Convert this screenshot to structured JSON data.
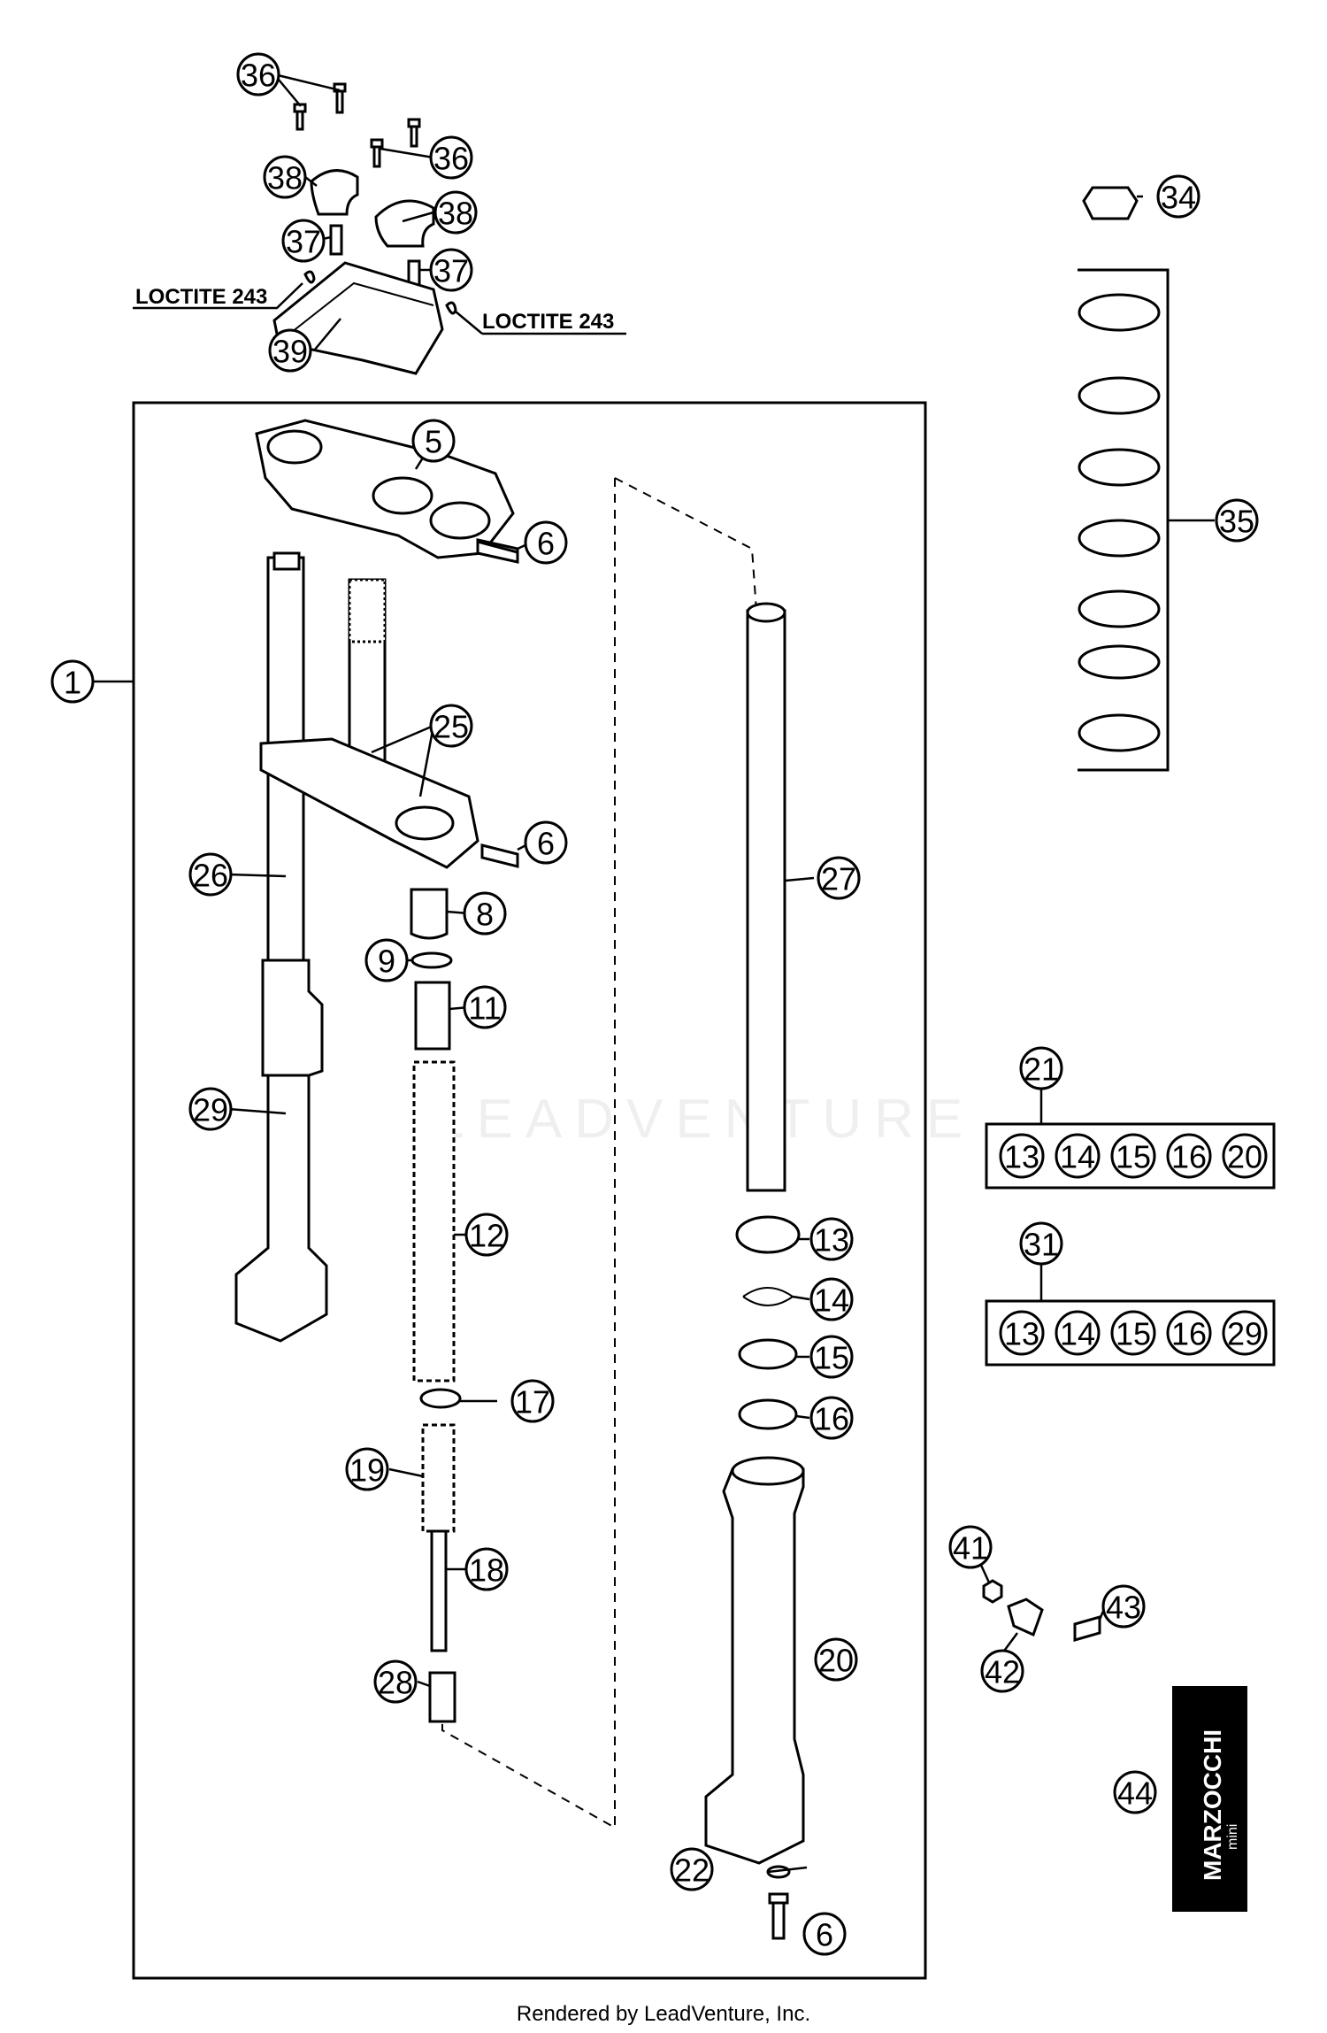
{
  "callouts": [
    "1",
    "5",
    "6",
    "8",
    "9",
    "11",
    "12",
    "13",
    "14",
    "15",
    "16",
    "17",
    "18",
    "19",
    "20",
    "21",
    "22",
    "25",
    "26",
    "27",
    "28",
    "29",
    "31",
    "34",
    "35",
    "36",
    "37",
    "38",
    "39",
    "41",
    "42",
    "43",
    "44"
  ],
  "kit21": [
    "13",
    "14",
    "15",
    "16",
    "20"
  ],
  "kit31": [
    "13",
    "14",
    "15",
    "16",
    "29"
  ],
  "loctite": "LOCTITE 243",
  "brand": {
    "name": "MARZOCCHI",
    "sub": "mini"
  },
  "watermark": "LEADVENTURE",
  "footer": "Rendered by LeadVenture, Inc."
}
